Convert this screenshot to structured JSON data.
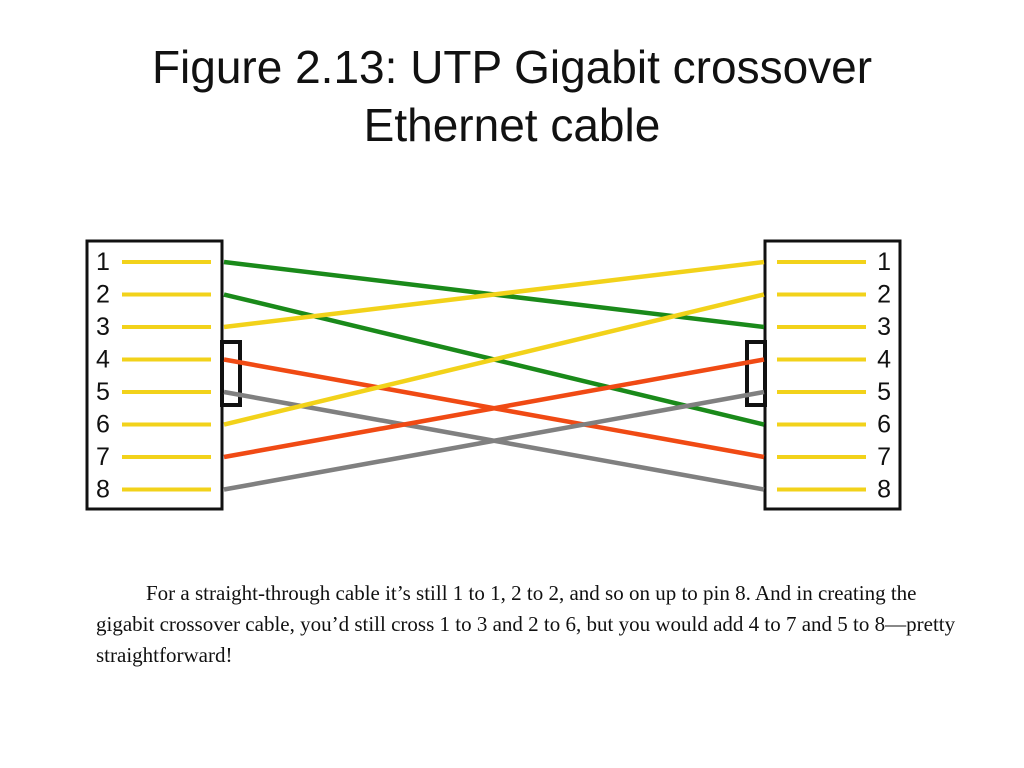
{
  "slide": {
    "title_line1": "Figure 2.13: UTP Gigabit crossover",
    "title_line2": "Ethernet cable",
    "caption": "For a straight-through cable it’s still 1 to 1, 2 to 2, and so on up to pin 8. And in creating the gigabit crossover cable, you’d still cross 1 to 3 and 2 to 6, but you would add 4 to 7 and 5 to 8—pretty straightforward!"
  },
  "diagram": {
    "left_connector": {
      "pins": [
        "1",
        "2",
        "3",
        "4",
        "5",
        "6",
        "7",
        "8"
      ]
    },
    "right_connector": {
      "pins": [
        "1",
        "2",
        "3",
        "4",
        "5",
        "6",
        "7",
        "8"
      ]
    },
    "wires": [
      {
        "from": "1",
        "to": "3",
        "color": "#1a8a1a"
      },
      {
        "from": "2",
        "to": "6",
        "color": "#1a8a1a"
      },
      {
        "from": "3",
        "to": "1",
        "color": "#f2d21a"
      },
      {
        "from": "4",
        "to": "7",
        "color": "#f04a14"
      },
      {
        "from": "5",
        "to": "8",
        "color": "#808080"
      },
      {
        "from": "6",
        "to": "2",
        "color": "#f2d21a"
      },
      {
        "from": "7",
        "to": "4",
        "color": "#f04a14"
      },
      {
        "from": "8",
        "to": "5",
        "color": "#808080"
      }
    ],
    "pin_stub_color": "#f2d21a"
  }
}
